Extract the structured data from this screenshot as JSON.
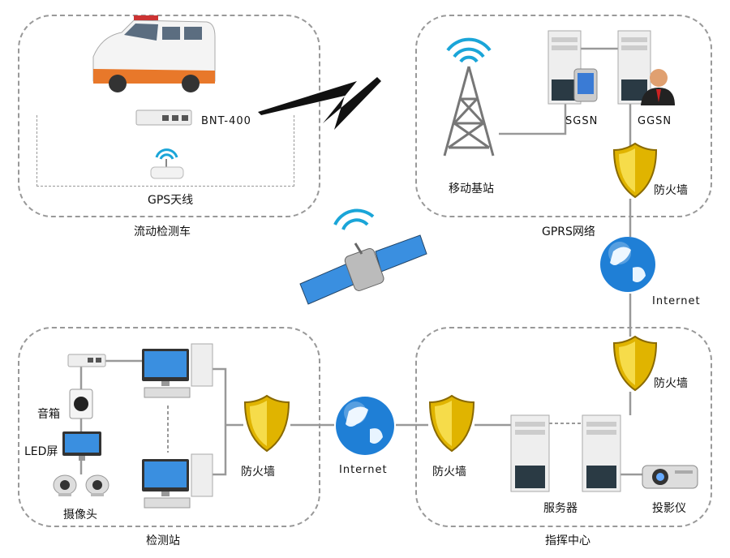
{
  "regions": {
    "mobile_vehicle": "流动检测车",
    "gprs_network": "GPRS网络",
    "inspection_station": "检测站",
    "command_center": "指挥中心"
  },
  "vehicle": {
    "router_label": "BNT-400",
    "gps_label": "GPS天线"
  },
  "gprs": {
    "base_station": "移动基站",
    "sgsn": "SGSN",
    "ggsn": "GGSN",
    "firewall": "防火墙"
  },
  "internet_top": "Internet",
  "command": {
    "firewall_top": "防火墙",
    "servers": "服务器",
    "projector": "投影仪",
    "firewall_left": "防火墙"
  },
  "internet_bottom": "Internet",
  "station": {
    "firewall": "防火墙",
    "speaker": "音箱",
    "led": "LED屏",
    "camera": "摄像头"
  },
  "colors": {
    "shield": "#e0b400",
    "globe": "#1f7fd6",
    "line": "#999999"
  }
}
